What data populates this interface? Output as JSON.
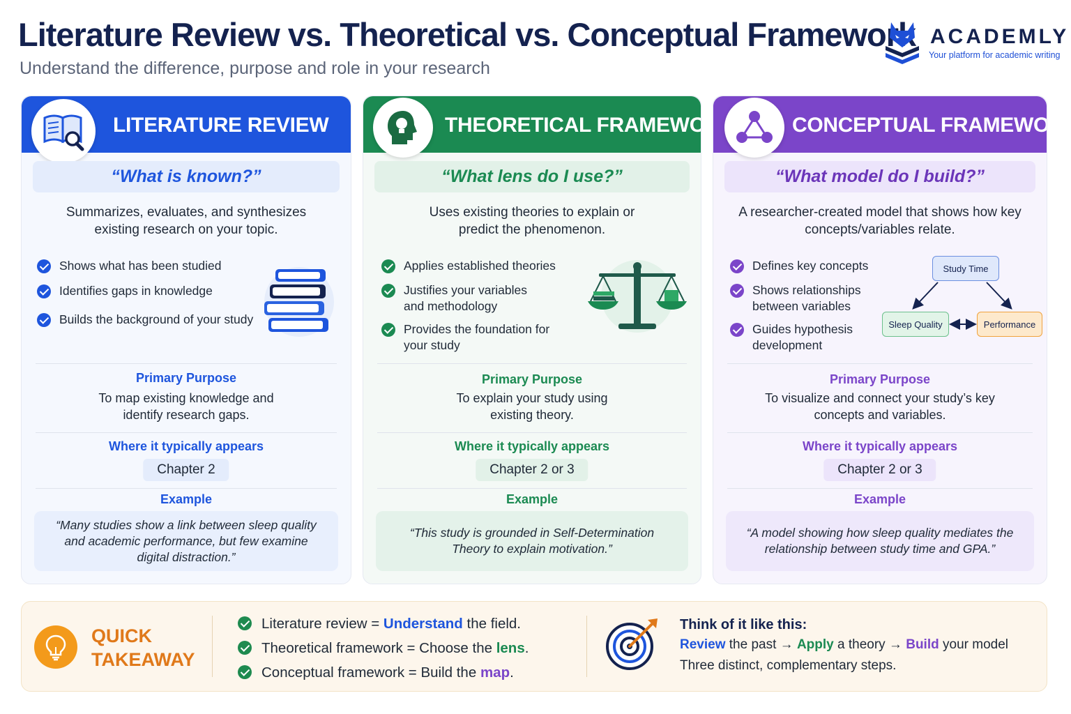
{
  "header": {
    "title": "Literature Review vs. Theoretical vs. Conceptual Framework",
    "subtitle": "Understand the difference, purpose and role in your research"
  },
  "brand": {
    "name": "ACADEMLY",
    "tagline": "Your platform for academic writing"
  },
  "colors": {
    "literature": "#1e55dd",
    "theoretical": "#1b8a52",
    "conceptual": "#7b45c9",
    "takeaway": "#e0791a"
  },
  "cards": [
    {
      "title": "LITERATURE REVIEW",
      "icon": "book-magnifier-icon",
      "question": "“What is known?”",
      "summary": "Summarizes, evaluates, and synthesizes existing research on your topic.",
      "bullets": [
        "Shows what has been studied",
        "Identifies gaps in knowledge",
        "Builds the background of your study"
      ],
      "illustration": "book-stack-icon",
      "purpose_label": "Primary Purpose",
      "purpose_text": "To map existing knowledge and identify research gaps.",
      "where_label": "Where it typically appears",
      "chapter": "Chapter 2",
      "example_label": "Example",
      "example": "“Many studies show a link between sleep quality and academic performance, but few examine digital distraction.”"
    },
    {
      "title": "THEORETICAL FRAMEWORK",
      "icon": "head-lightbulb-icon",
      "question": "“What lens do I use?”",
      "summary": "Uses existing theories to explain or predict the phenomenon.",
      "bullets": [
        "Applies established theories",
        "Justifies your variables and methodology",
        "Provides the foundation for your study"
      ],
      "illustration": "balance-scale-icon",
      "purpose_label": "Primary Purpose",
      "purpose_text": "To explain your study using existing theory.",
      "where_label": "Where it typically appears",
      "chapter": "Chapter 2 or 3",
      "example_label": "Example",
      "example": "“This study is grounded in Self-Determination Theory to explain motivation.”"
    },
    {
      "title": "CONCEPTUAL FRAMEWORK",
      "icon": "network-nodes-icon",
      "question": "“What model do I build?”",
      "summary": "A researcher-created model that shows how key concepts/variables relate.",
      "bullets": [
        "Defines key concepts",
        "Shows relationships between variables",
        "Guides hypothesis development"
      ],
      "diagram": {
        "top": "Study Time",
        "left": "Sleep Quality",
        "right": "Performance"
      },
      "purpose_label": "Primary Purpose",
      "purpose_text": "To visualize and connect your study’s key concepts and variables.",
      "where_label": "Where it typically appears",
      "chapter": "Chapter 2 or 3",
      "example_label": "Example",
      "example": "“A model showing how sleep quality mediates the relationship between study time and GPA.”"
    }
  ],
  "takeaway": {
    "icon": "lightbulb-icon",
    "label_line1": "QUICK",
    "label_line2": "TAKEAWAY",
    "items": [
      {
        "pre": "Literature review = ",
        "key": "Understand",
        "post": " the field."
      },
      {
        "pre": "Theoretical framework = Choose the ",
        "key": "lens",
        "post": "."
      },
      {
        "pre": "Conceptual framework = Build the ",
        "key": "map",
        "post": "."
      }
    ],
    "think_title": "Think of it like this:",
    "think_review": "Review",
    "think_t1": " the past → ",
    "think_apply": "Apply",
    "think_t2": " a theory → ",
    "think_build": "Build",
    "think_t3": " your model",
    "think_sub": "Three distinct, complementary steps.",
    "target_icon": "target-arrow-icon"
  }
}
